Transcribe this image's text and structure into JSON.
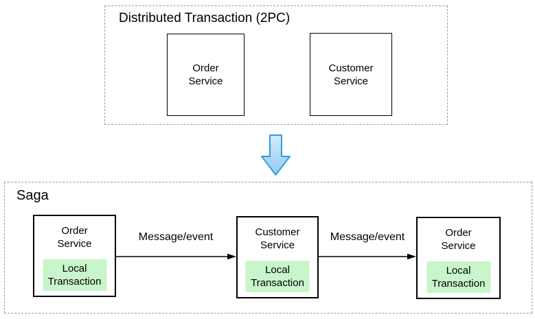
{
  "diagram": {
    "top_group": {
      "title": "Distributed Transaction (2PC)",
      "nodes": [
        {
          "label": "Order\nService"
        },
        {
          "label": "Customer\nService"
        }
      ]
    },
    "transition": {
      "icon": "down-arrow"
    },
    "saga_group": {
      "title": "Saga",
      "nodes": [
        {
          "label": "Order\nService",
          "inner_label": "Local\nTransaction"
        },
        {
          "label": "Customer\nService",
          "inner_label": "Local\nTransaction"
        },
        {
          "label": "Order\nService",
          "inner_label": "Local\nTransaction"
        }
      ],
      "edges": [
        {
          "label": "Message/event"
        },
        {
          "label": "Message/event"
        }
      ]
    },
    "colors": {
      "local_transaction_fill": "#c8f5c9",
      "down_arrow_fill_top": "#d6ecfb",
      "down_arrow_fill_bottom": "#8fcaf0",
      "down_arrow_stroke": "#2f9ddb",
      "dashed_border": "#999999",
      "node_border": "#000000",
      "edge_color": "#000000"
    }
  }
}
